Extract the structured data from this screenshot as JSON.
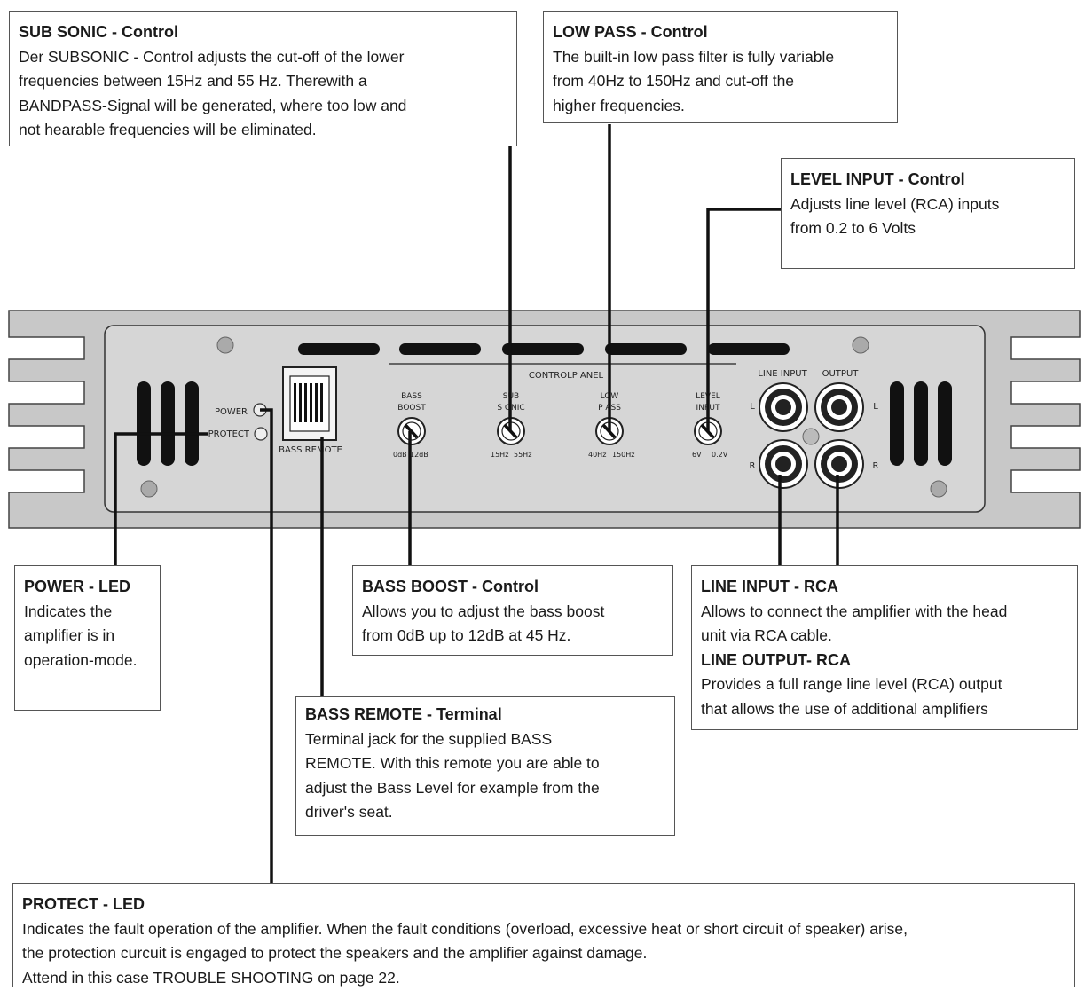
{
  "callouts": {
    "subsonic": {
      "title": "SUB SONIC - Control",
      "text": "Der SUBSONIC  - Control adjusts the cut-off of the lower\nfrequencies between 15Hz and 55 Hz. Therewith a\nBANDPASS-Signal will be generated, where too low and\nnot hearable frequencies will be eliminated."
    },
    "lowpass": {
      "title": "LOW PASS - Control",
      "text": "The built-in low pass filter is fully variable\nfrom 40Hz to 150Hz and cut-off the\nhigher frequencies."
    },
    "level_input": {
      "title": "LEVEL INPUT -  Control",
      "text": "Adjusts line level (RCA) inputs\nfrom 0.2 to 6 Volts"
    },
    "power_led": {
      "title": "POWER - LED",
      "text": "Indicates the\namplifier is in\noperation-mode."
    },
    "bass_boost": {
      "title": "BASS BOOST - Control",
      "text": "Allows you to adjust the bass boost\nfrom 0dB up to 12dB at 45 Hz."
    },
    "line_input": {
      "title": "LINE INPUT - RCA",
      "text": "Allows to connect the amplifier with the head\nunit via RCA cable."
    },
    "line_output": {
      "title": "LINE OUTPUT- RCA",
      "text": "Provides a full range line level (RCA) output\nthat allows the use of additional amplifiers"
    },
    "bass_remote": {
      "title": "BASS REMOTE - Terminal",
      "text": "Terminal jack for the supplied BASS\nREMOTE. With this remote you are able to\nadjust the Bass Level for example from the\ndriver's seat."
    },
    "protect_led": {
      "title": "PROTECT - LED",
      "text": "Indicates the fault operation of the amplifier. When the fault conditions (overload, excessive heat or short circuit of speaker) arise,\nthe protection curcuit is engaged to protect the speakers and the amplifier against damage.\nAttend in this case TROUBLE SHOOTING on page 22."
    }
  },
  "panel": {
    "power": "POWER",
    "protect": "PROTECT",
    "bass_remote": "BASS REMOTE",
    "control_panel": "CONTROLP ANEL",
    "bass_boost_l1": "BASS",
    "bass_boost_l2": "BOOST",
    "bass_boost_min": "0dB",
    "bass_boost_max": "12dB",
    "subsonic_l1": "SUB",
    "subsonic_l2": "S ONIC",
    "subsonic_min": "15Hz",
    "subsonic_max": "55Hz",
    "lowpass_l1": "LOW",
    "lowpass_l2": "P ASS",
    "lowpass_min": "40Hz",
    "lowpass_max": "150Hz",
    "level_l1": "LEVEL",
    "level_l2": "INPUT",
    "level_min": "6V",
    "level_max": "0.2V",
    "line_input": "LINE INPUT",
    "output": "OUTPUT",
    "left_l": "L",
    "left_r": "R",
    "right_l": "L",
    "right_r": "R"
  }
}
